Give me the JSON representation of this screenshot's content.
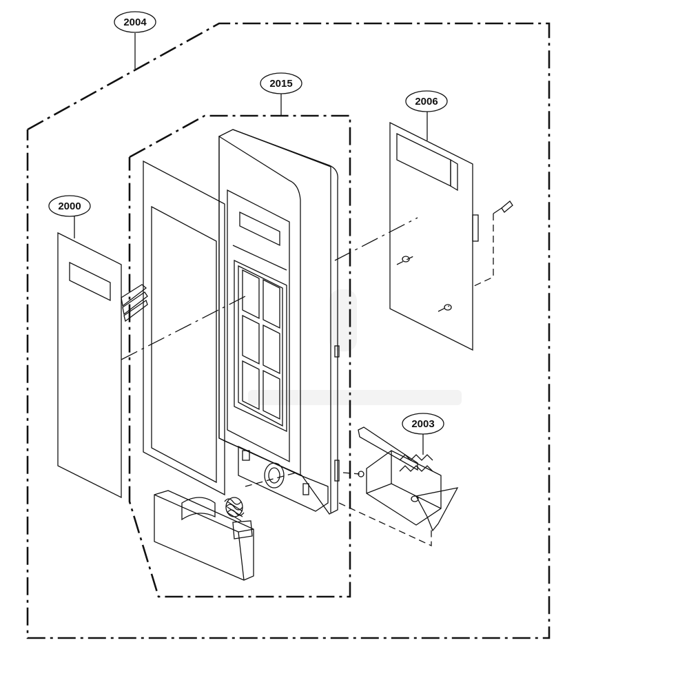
{
  "callouts": {
    "p2004": "2004",
    "p2015": "2015",
    "p2006": "2006",
    "p2000": "2000",
    "p2003": "2003"
  },
  "colors": {
    "ink": "#111111",
    "paper": "#ffffff",
    "shade": "#d8d8d8"
  }
}
